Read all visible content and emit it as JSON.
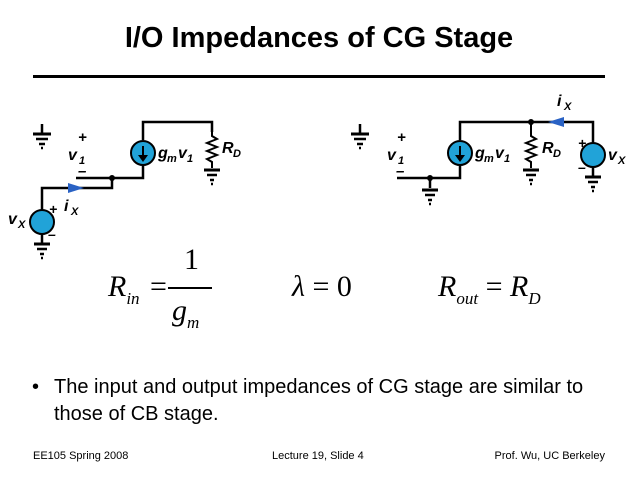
{
  "slide": {
    "title": "I/O Impedances of CG Stage",
    "bullet": "The input and output impedances of CG stage are similar to those of CB stage."
  },
  "circuit_labels": {
    "v1": "v",
    "v1_sub": "1",
    "gm": "g",
    "gm_sub": "m",
    "gm_v": "v",
    "gm_v_sub": "1",
    "rd": "R",
    "rd_sub": "D",
    "vx": "v",
    "vx_sub": "X",
    "ix": "i",
    "ix_sub": "X",
    "plus": "+",
    "minus": "–"
  },
  "equations": {
    "rin_symbol": "R",
    "rin_sub": "in",
    "equals": "=",
    "numerator": "1",
    "denominator": "g",
    "denominator_sub": "m",
    "lambda": "λ",
    "lambda_value": "0",
    "rout_symbol": "R",
    "rout_sub": "out",
    "rd_symbol": "R",
    "rd_sub": "D"
  },
  "footer": {
    "left": "EE105 Spring 2008",
    "center": "Lecture 19, Slide 4",
    "right": "Prof. Wu, UC Berkeley"
  },
  "colors": {
    "source_fill": "#21a3d8",
    "arrow": "#2a62c4",
    "ink": "#000000"
  }
}
